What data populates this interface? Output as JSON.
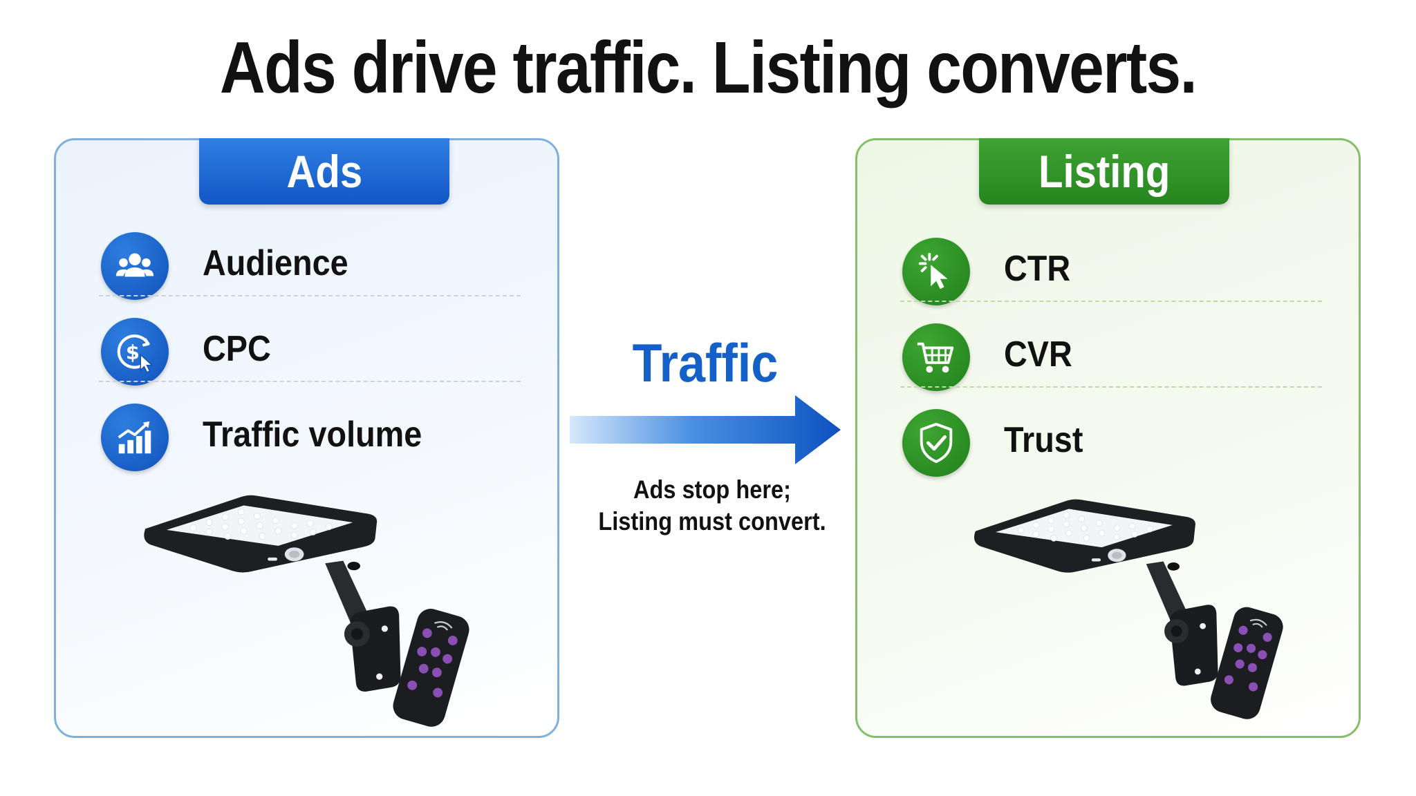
{
  "headline": "Ads drive traffic. Listing converts.",
  "ads_panel": {
    "title": "Ads",
    "items": [
      {
        "label": "Audience",
        "icon": "audience-icon"
      },
      {
        "label": "CPC",
        "icon": "dollar-click-icon"
      },
      {
        "label": "Traffic volume",
        "icon": "growth-chart-icon"
      }
    ]
  },
  "flow": {
    "label": "Traffic",
    "note_line_1": "Ads stop here;",
    "note_line_2": "Listing must convert."
  },
  "listing_panel": {
    "title": "Listing",
    "items": [
      {
        "label": "CTR",
        "icon": "click-cursor-icon"
      },
      {
        "label": "CVR",
        "icon": "shopping-cart-icon"
      },
      {
        "label": "Trust",
        "icon": "shield-check-icon"
      }
    ]
  },
  "colors": {
    "ads_blue": "#1257c6",
    "listing_green": "#25861f",
    "traffic_blue": "#1560c8"
  }
}
